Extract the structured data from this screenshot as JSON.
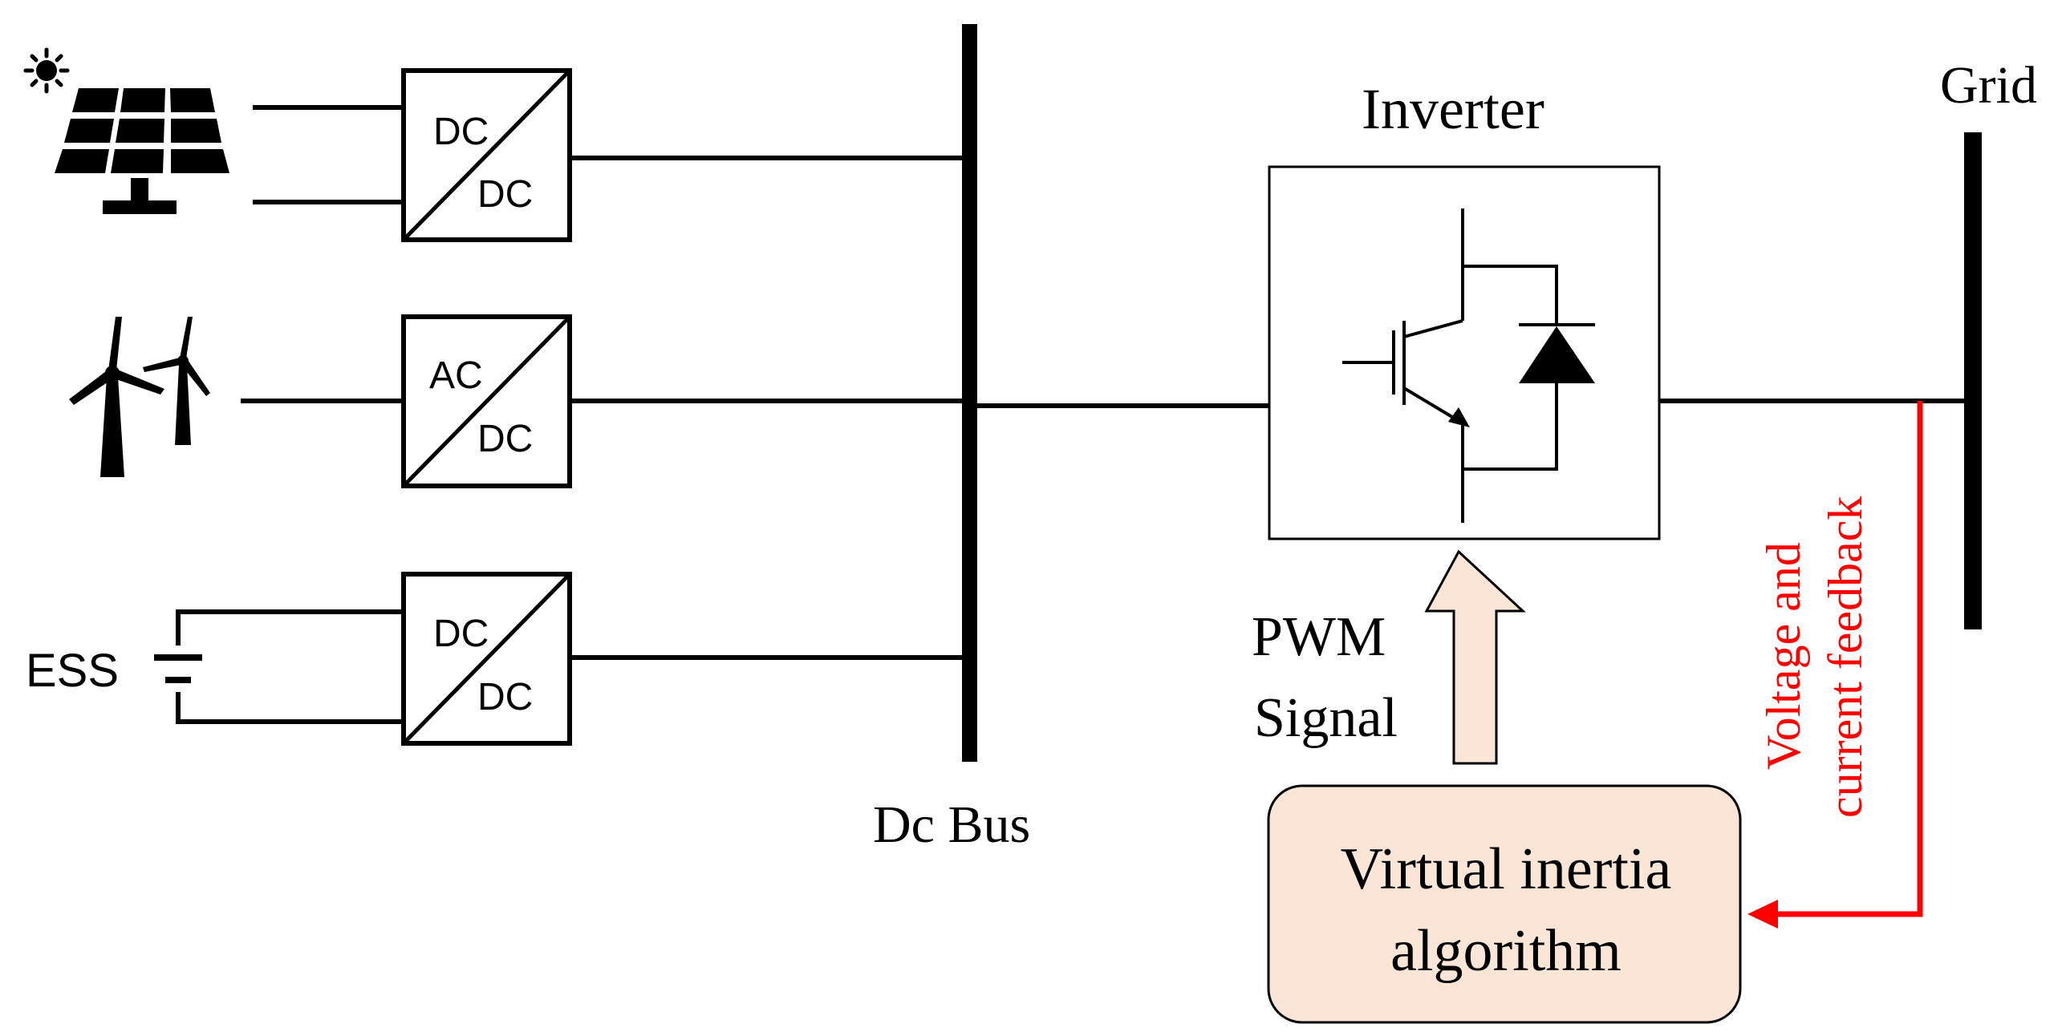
{
  "converters": {
    "pv": {
      "top": "DC",
      "bottom": "DC"
    },
    "wind": {
      "top": "AC",
      "bottom": "DC"
    },
    "ess": {
      "top": "DC",
      "bottom": "DC"
    }
  },
  "labels": {
    "ess": "ESS",
    "dc_bus": "Dc Bus",
    "inverter": "Inverter",
    "grid": "Grid",
    "pwm_line1": "PWM",
    "pwm_line2": "Signal",
    "feedback_line1": "Voltage and",
    "feedback_line2": "current feedback",
    "algorithm_line1": "Virtual inertia",
    "algorithm_line2": "algorithm"
  },
  "icons": {
    "sun": "sun-icon",
    "solar_panel": "solar-panel-icon",
    "wind_turbines": "wind-turbine-icon",
    "battery": "battery-icon",
    "igbt": "igbt-transistor-icon",
    "diode": "diode-icon"
  },
  "colors": {
    "line": "#000000",
    "feedback": "#ff0000",
    "algorithm_fill": "#fbe5d6",
    "pwm_arrow_fill": "#fbe5d6"
  }
}
